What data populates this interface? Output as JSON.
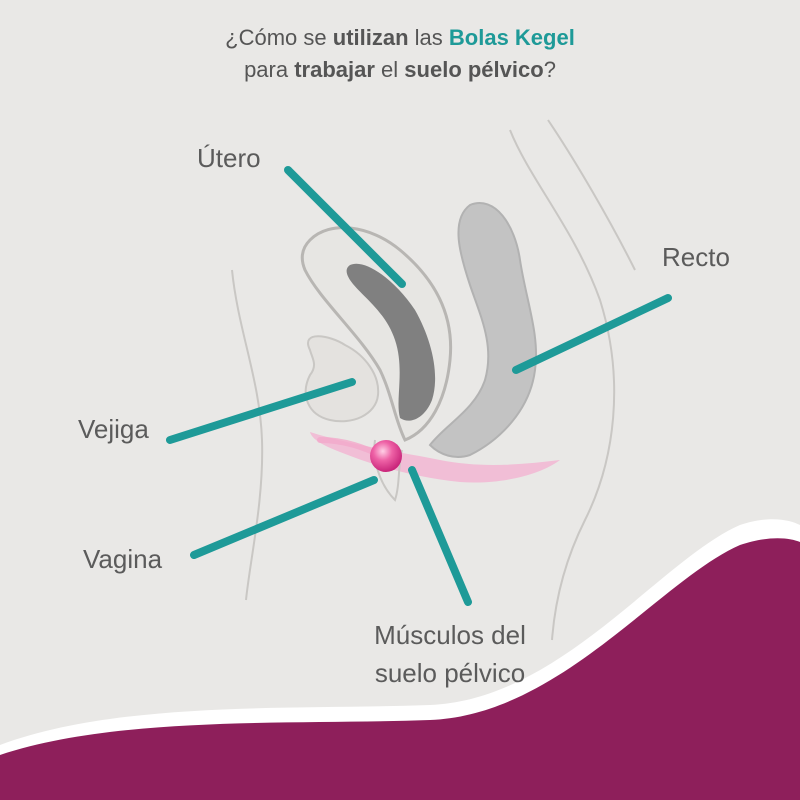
{
  "title": {
    "line1": {
      "part1": "¿Cómo se ",
      "bold1": "utilizan",
      "part2": " las ",
      "accent": "Bolas Kegel"
    },
    "line2": {
      "part1": "para ",
      "bold1": "trabajar",
      "part2": " el ",
      "bold2": "suelo pélvico",
      "part3": "?"
    }
  },
  "labels": {
    "utero": "Útero",
    "recto": "Recto",
    "vejiga": "Vejiga",
    "vagina": "Vagina",
    "musculos_line1": "Músculos del",
    "musculos_line2": "suelo pélvico"
  },
  "colors": {
    "background": "#e9e8e6",
    "accent_teal": "#1e9a98",
    "wave_purple": "#8e1f5b",
    "text_gray": "#5b5b5b",
    "kegel_ball_pink": "#e8529a"
  }
}
